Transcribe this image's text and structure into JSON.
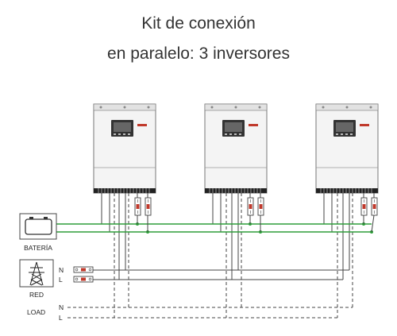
{
  "title": {
    "line1": "Kit de conexión",
    "line2": "en paralelo: 3 inversores"
  },
  "labels": {
    "battery": "BATERÍA",
    "grid": "RED",
    "load": "LOAD",
    "neutral": "N",
    "live": "L"
  },
  "colors": {
    "ground_wire": "#2e9e3a",
    "wire": "#444444",
    "breaker_accent": "#c0392b"
  },
  "icons": {
    "inverter": "inverter-icon",
    "battery": "battery-icon",
    "grid": "power-tower-icon"
  }
}
